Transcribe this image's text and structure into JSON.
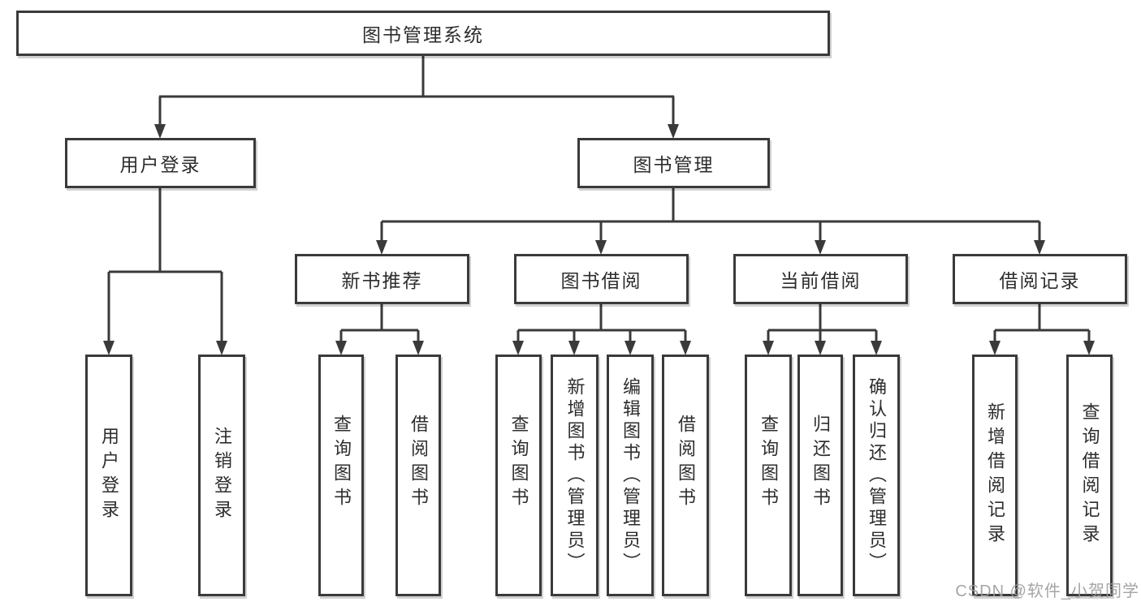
{
  "diagram": {
    "root": {
      "label": "图书管理系统"
    },
    "branches": [
      {
        "label": "用户登录",
        "children": [
          {
            "label": "用户登录"
          },
          {
            "label": "注销登录"
          }
        ]
      },
      {
        "label": "图书管理",
        "children": [
          {
            "label": "新书推荐",
            "children": [
              {
                "label": "查询图书"
              },
              {
                "label": "借阅图书"
              }
            ]
          },
          {
            "label": "图书借阅",
            "children": [
              {
                "label": "查询图书"
              },
              {
                "label": "新增图书（管理员）"
              },
              {
                "label": "编辑图书（管理员）"
              },
              {
                "label": "借阅图书"
              }
            ]
          },
          {
            "label": "当前借阅",
            "children": [
              {
                "label": "查询图书"
              },
              {
                "label": "归还图书"
              },
              {
                "label": "确认归还（管理员）"
              }
            ]
          },
          {
            "label": "借阅记录",
            "children": [
              {
                "label": "新增借阅记录"
              },
              {
                "label": "查询借阅记录"
              }
            ]
          }
        ]
      }
    ]
  },
  "watermark": {
    "text": "CSDN @软件_小贺同学"
  },
  "colors": {
    "line": "#3a3a3a",
    "text": "#2d2d2d",
    "background": "#ffffff",
    "watermark": "#9b9b9b"
  }
}
